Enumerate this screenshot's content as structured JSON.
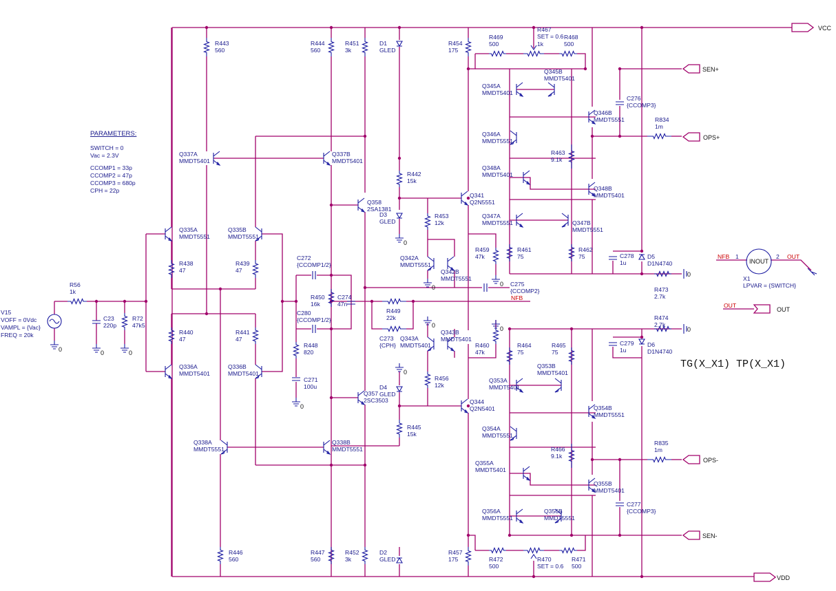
{
  "params": {
    "title": "PARAMETERS:",
    "lines": [
      "SWITCH = 0",
      "Vac = 2.3V",
      "CCOMP1 = 33p",
      "CCOMP2 = 47p",
      "CCOMP3 = 680p",
      "CPH = 22p"
    ]
  },
  "source": {
    "lines": [
      "V15",
      "VOFF = 0Vdc",
      "VAMPL = {Vac}",
      "FREQ = 20k"
    ]
  },
  "ports": {
    "vcc": "VCC",
    "vdd": "VDD",
    "sen_p": "SEN+",
    "sen_m": "SEN-",
    "ops_p": "OPS+",
    "ops_m": "OPS-",
    "out": "OUT"
  },
  "nets": {
    "nfb": "NFB",
    "out": "OUT",
    "in_nfb": "NFB",
    "in_out": "OUT"
  },
  "subckt": {
    "name": "INOUT",
    "ref": "X1",
    "param": "LPVAR = {SWITCH}",
    "pin1": "1",
    "pin2": "2"
  },
  "tg_text": "TG(X_X1)  TP(X_X1)",
  "gnd": "0",
  "labels": [
    [
      "R56",
      "1k"
    ],
    [
      "C23",
      "220p"
    ],
    [
      "R72",
      "47k5"
    ],
    [
      "R443",
      "560"
    ],
    [
      "R444",
      "560"
    ],
    [
      "R451",
      "3k"
    ],
    [
      "D1",
      "GLED"
    ],
    [
      "R454",
      "175"
    ],
    [
      "R469",
      "500"
    ],
    [
      "R467",
      "SET = 0.6"
    ],
    [
      "1k",
      ""
    ],
    [
      "R468",
      "500"
    ],
    [
      "Q337A",
      "MMDT5401"
    ],
    [
      "Q337B",
      "MMDT5401"
    ],
    [
      "Q335A",
      "MMDT5551"
    ],
    [
      "Q335B",
      "MMDT5551"
    ],
    [
      "R438",
      "47"
    ],
    [
      "R439",
      "47"
    ],
    [
      "R440",
      "47"
    ],
    [
      "R441",
      "47"
    ],
    [
      "Q336A",
      "MMDT5401"
    ],
    [
      "Q336B",
      "MMDT5401"
    ],
    [
      "Q338A",
      "MMDT5551"
    ],
    [
      "Q338B",
      "MMDT5551"
    ],
    [
      "R446",
      "560"
    ],
    [
      "R447",
      "560"
    ],
    [
      "R452",
      "3k"
    ],
    [
      "D2",
      "GLED"
    ],
    [
      "R457",
      "175"
    ],
    [
      "R472",
      "500"
    ],
    [
      "R470",
      "SET = 0.6"
    ],
    [
      "R471",
      "500"
    ],
    [
      "R442",
      "15k"
    ],
    [
      "Q358",
      "2SA1381"
    ],
    [
      "D3",
      "GLED"
    ],
    [
      "R453",
      "12k"
    ],
    [
      "Q341",
      "Q2N5551"
    ],
    [
      "Q342A",
      "MMDT5551"
    ],
    [
      "Q342B",
      "MMDT5551"
    ],
    [
      "R459",
      "47k"
    ],
    [
      "C272",
      "{CCOMP1/2}"
    ],
    [
      "R450",
      "16k"
    ],
    [
      "C274",
      "47n"
    ],
    [
      "C280",
      "{CCOMP1/2}"
    ],
    [
      "R448",
      "820"
    ],
    [
      "C271",
      "100u"
    ],
    [
      "C275",
      "{CCOMP2}"
    ],
    [
      "R449",
      "22k"
    ],
    [
      "C273",
      "{CPH}"
    ],
    [
      "Q343A",
      "MMDT5401"
    ],
    [
      "Q343B",
      "MMDT5401"
    ],
    [
      "R460",
      "47k"
    ],
    [
      "R456",
      "12k"
    ],
    [
      "Q357",
      "2SC3503"
    ],
    [
      "D4",
      "GLED"
    ],
    [
      "Q344",
      "Q2N5401"
    ],
    [
      "R445",
      "15k"
    ],
    [
      "Q345A",
      "MMDT5401"
    ],
    [
      "Q345B",
      "MMDT5401"
    ],
    [
      "Q346A",
      "MMDT5551"
    ],
    [
      "Q346B",
      "MMDT5551"
    ],
    [
      "C276",
      "{CCOMP3}"
    ],
    [
      "R834",
      "1m"
    ],
    [
      "R463",
      "9.1k"
    ],
    [
      "Q348A",
      "MMDT5401"
    ],
    [
      "Q348B",
      "MMDT5401"
    ],
    [
      "Q347A",
      "MMDT5551"
    ],
    [
      "Q347B",
      "MMDT5551"
    ],
    [
      "R461",
      "75"
    ],
    [
      "R462",
      "75"
    ],
    [
      "C278",
      "1u"
    ],
    [
      "D5",
      "D1N4740"
    ],
    [
      "R473",
      "2.7k"
    ],
    [
      "R474",
      "2.7k"
    ],
    [
      "C279",
      "1u"
    ],
    [
      "D6",
      "D1N4740"
    ],
    [
      "R464",
      "75"
    ],
    [
      "R465",
      "75"
    ],
    [
      "Q353A",
      "MMDT5401"
    ],
    [
      "Q353B",
      "MMDT5401"
    ],
    [
      "Q354A",
      "MMDT5551"
    ],
    [
      "Q354B",
      "MMDT5551"
    ],
    [
      "R835",
      "1m"
    ],
    [
      "R466",
      "9.1k"
    ],
    [
      "Q355A",
      "MMDT5401"
    ],
    [
      "Q355B",
      "MMDT5401"
    ],
    [
      "Q356A",
      "MMDT5551"
    ],
    [
      "Q356B",
      "MMDT5551"
    ],
    [
      "C277",
      "{CCOMP3}"
    ]
  ]
}
